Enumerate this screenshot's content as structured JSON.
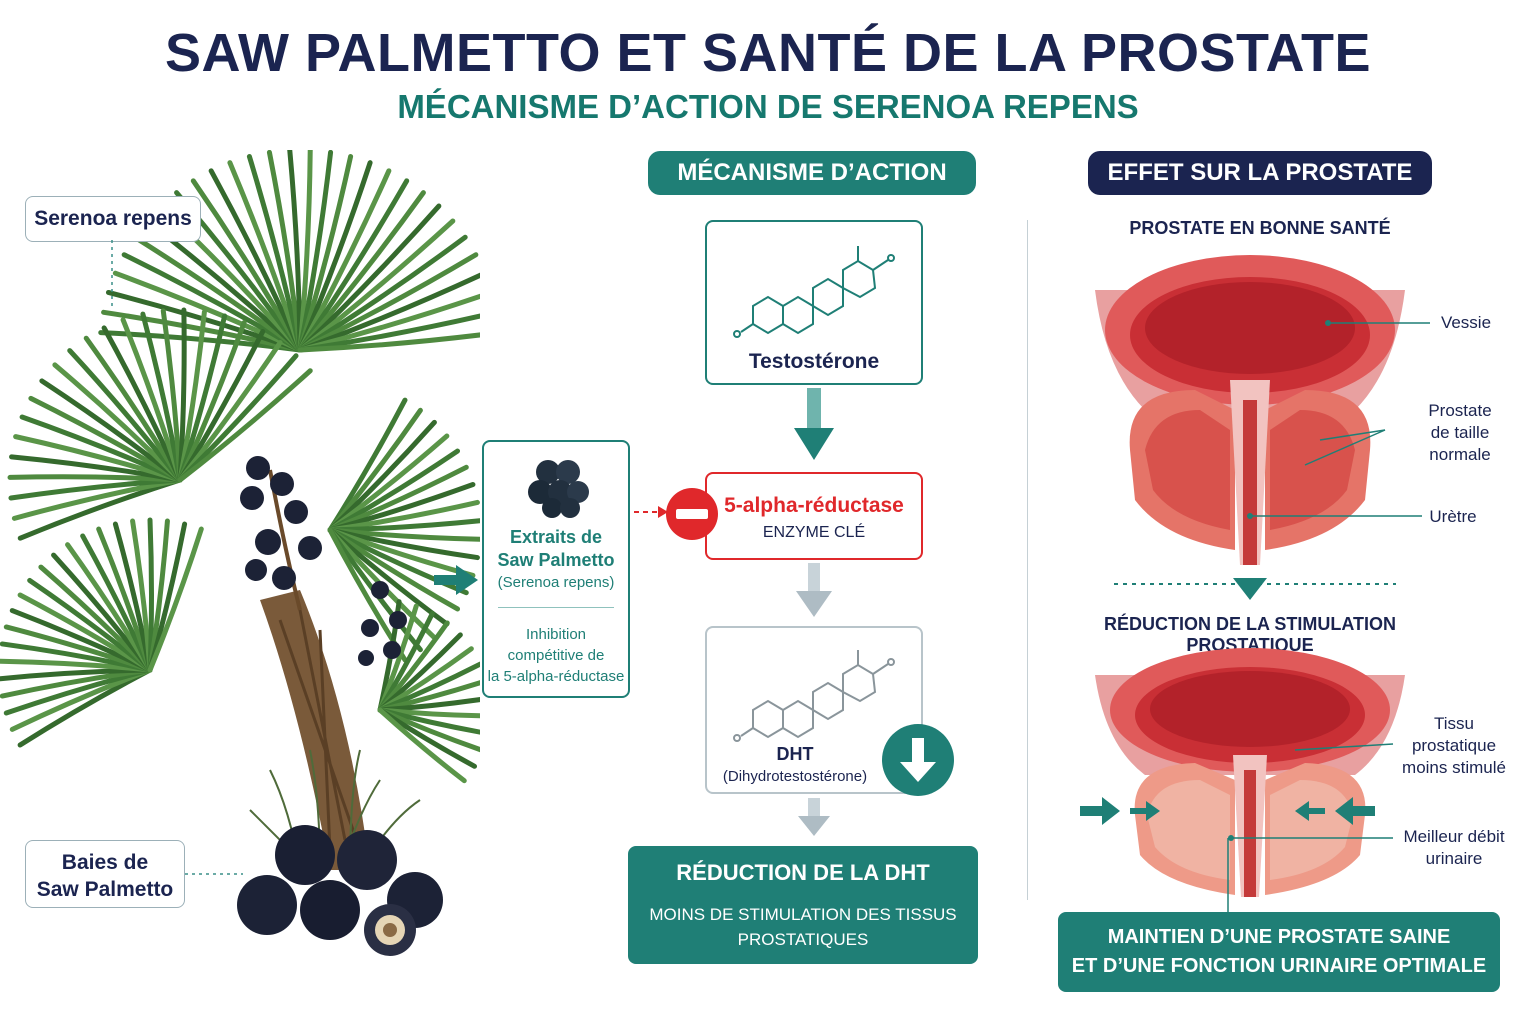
{
  "header": {
    "title": "SAW PALMETTO ET SANTÉ DE LA PROSTATE",
    "subtitle": "MÉCANISME D’ACTION DE SERENOA REPENS"
  },
  "plant": {
    "species_label": "Serenoa repens",
    "berries_label_line1": "Baies de",
    "berries_label_line2": "Saw Palmetto"
  },
  "extract_card": {
    "title_line1": "Extraits de",
    "title_line2": "Saw Palmetto",
    "species": "(Serenoa repens)",
    "desc_line1": "Inhibition",
    "desc_line2": "compétitive de",
    "desc_line3": "la 5-alpha-réductase"
  },
  "mechanism": {
    "header": "MÉCANISME D’ACTION",
    "testosterone": "Testostérone",
    "enzyme_name": "5-alpha-réductase",
    "enzyme_sub": "ENZYME CLÉ",
    "dht_name": "DHT",
    "dht_full": "(Dihydrotestostérone)",
    "result_title": "RÉDUCTION DE LA DHT",
    "result_line1": "MOINS DE STIMULATION DES TISSUS",
    "result_line2": "PROSTATIQUES"
  },
  "effect": {
    "header": "EFFET SUR LA PROSTATE",
    "healthy_title": "PROSTATE EN BONNE SANTÉ",
    "vessie": "Vessie",
    "prostate_line1": "Prostate",
    "prostate_line2": "de taille",
    "prostate_line3": "normale",
    "uretre": "Urètre",
    "reduced_title": "RÉDUCTION DE LA STIMULATION PROSTATIQUE",
    "tissu_line1": "Tissu",
    "tissu_line2": "prostatique",
    "tissu_line3": "moins stimulé",
    "debit_line1": "Meilleur débit",
    "debit_line2": "urinaire",
    "final_line1": "MAINTIEN D’UNE PROSTATE SAINE",
    "final_line2": "ET D’UNE FONCTION URINAIRE OPTIMALE"
  },
  "colors": {
    "navy": "#1b2450",
    "teal": "#1f7f76",
    "red": "#e0282b",
    "berry": "#1c2236",
    "leaf": "#3f7a35"
  }
}
